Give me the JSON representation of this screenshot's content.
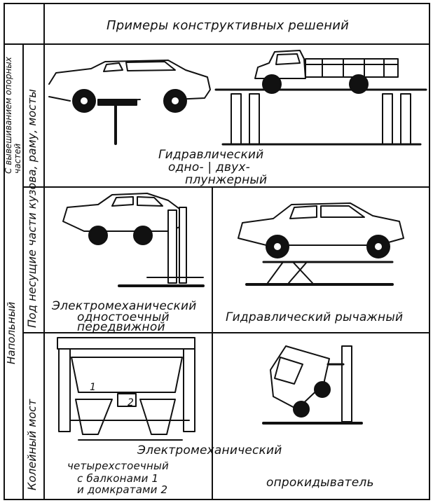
{
  "header": {
    "title": "Примеры конструктивных решений"
  },
  "row_headers": {
    "group": "Напольный",
    "top_left": "С вывешиванием опорных частей",
    "top_right": "Под несущие части кузова, раму, мосты",
    "bottom": "Колейный мост"
  },
  "cells": {
    "hydraulic_plunger": {
      "line1": "Гидравлический",
      "line2": "одно- | двух-",
      "line3": "плунжерный"
    },
    "electromech_single": {
      "line1": "Электромеханический",
      "line2": "одностоечный",
      "line3": "передвижной"
    },
    "hydraulic_lever": {
      "line1": "Гидравлический рычажный"
    },
    "electromech_four": {
      "line1": "Электромеханический",
      "line2": "четырехстоечный",
      "line3": "с балконами 1",
      "line4": "и домкратами 2"
    },
    "tilter": {
      "line1": "опрокидыватель"
    }
  },
  "callouts": {
    "one": "1",
    "two": "2"
  },
  "colors": {
    "ink": "#111111",
    "paper": "#ffffff"
  }
}
